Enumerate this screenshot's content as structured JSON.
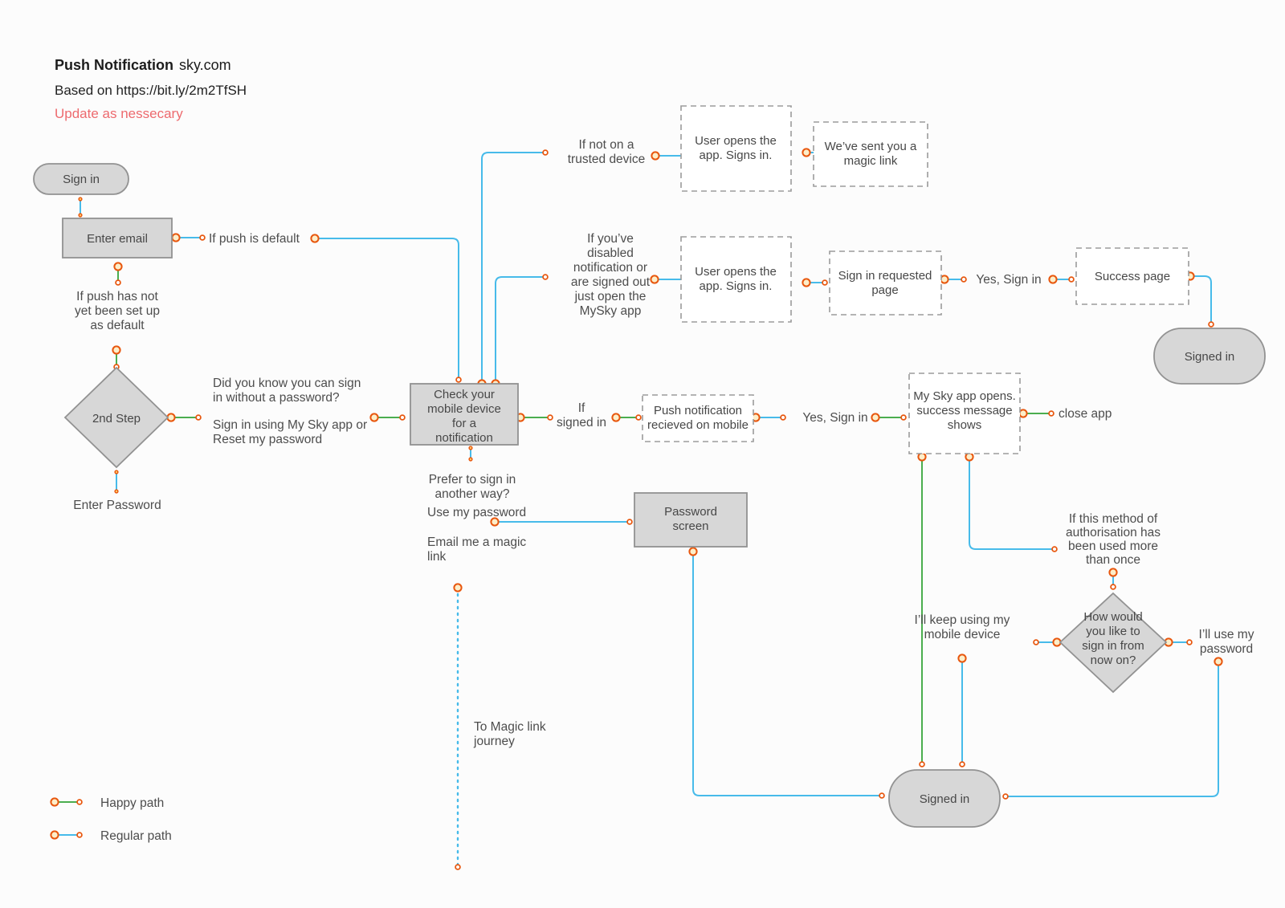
{
  "header": {
    "title_bold": "Push Notification",
    "title_regular": "sky.com",
    "based_on": "Based on https://bit.ly/2m2TfSH",
    "note": "Update as nessecary"
  },
  "legend": {
    "happy": "Happy path",
    "regular": "Regular path"
  },
  "colors": {
    "happy_path": "#4bae4f",
    "regular_path": "#47bbea",
    "connector_dot": "#e8570e",
    "connector_dot_fill": "#fdeec9",
    "node_fill": "#d7d7d7",
    "node_stroke": "#929292",
    "note_red": "#ed6a6e",
    "text": "#4d4d4d",
    "background": "#fcfcfc"
  },
  "nodes": {
    "sign_in": {
      "label": "Sign in"
    },
    "enter_email": {
      "label": "Enter email"
    },
    "second_step": {
      "label": "2nd Step"
    },
    "check_mobile": {
      "l1": "Check your",
      "l2": "mobile device",
      "l3": "for a",
      "l4": "notification"
    },
    "password_screen": {
      "l1": "Password",
      "l2": "screen"
    },
    "push_received": {
      "l1": "Push notification",
      "l2": "recieved on mobile"
    },
    "user_opens_top": {
      "l1": "User opens the",
      "l2": "app. Signs in."
    },
    "magic_link_sent": {
      "l1": "We’ve sent you a",
      "l2": "magic link"
    },
    "user_opens_mid": {
      "l1": "User opens the",
      "l2": "app. Signs in."
    },
    "sign_in_requested": {
      "l1": "Sign in requested",
      "l2": "page"
    },
    "success_page": {
      "label": "Success page"
    },
    "signed_in_top": {
      "label": "Signed in"
    },
    "mysky_opens": {
      "l1": "My Sky app opens.",
      "l2": "success message",
      "l3": "shows"
    },
    "how_sign_in": {
      "l1": "How would",
      "l2": "you like to",
      "l3": "sign in from",
      "l4": "now on?"
    },
    "signed_in_bottom": {
      "label": "Signed in"
    }
  },
  "annotations": {
    "if_push_default": "If push is default",
    "if_push_not_setup": {
      "l1": "If push has not",
      "l2": "yet been set up",
      "l3": "as default"
    },
    "enter_password": "Enter Password",
    "did_you_know": {
      "l1": "Did you know you can sign",
      "l2": "in without a password?",
      "l3": "Sign in using My Sky app or",
      "l4": "Reset my password"
    },
    "if_not_trusted": {
      "l1": "If not on a",
      "l2": "trusted device"
    },
    "if_disabled": {
      "l1": "If you’ve",
      "l2": "disabled",
      "l3": "notification or",
      "l4": "are signed out",
      "l5": "just open the",
      "l6": "MySky app"
    },
    "yes_sign_in_row": "Yes, Sign in",
    "if_signed_in": {
      "l1": "If",
      "l2": "signed in"
    },
    "yes_sign_in_mid": "Yes, Sign in",
    "close_app": "close app",
    "prefer_another": {
      "l1": "Prefer to sign in",
      "l2": "another way?"
    },
    "use_my_password": "Use my password",
    "email_magic_link": {
      "l1": "Email me a magic",
      "l2": "link"
    },
    "to_magic_link": {
      "l1": "To Magic link",
      "l2": "journey"
    },
    "if_method_used": {
      "l1": "If this method of",
      "l2": "authorisation has",
      "l3": "been used more",
      "l4": "than once"
    },
    "keep_mobile": {
      "l1": "I’ll keep using my",
      "l2": "mobile device"
    },
    "ill_use_password": {
      "l1": "I’ll use my",
      "l2": "password"
    }
  }
}
